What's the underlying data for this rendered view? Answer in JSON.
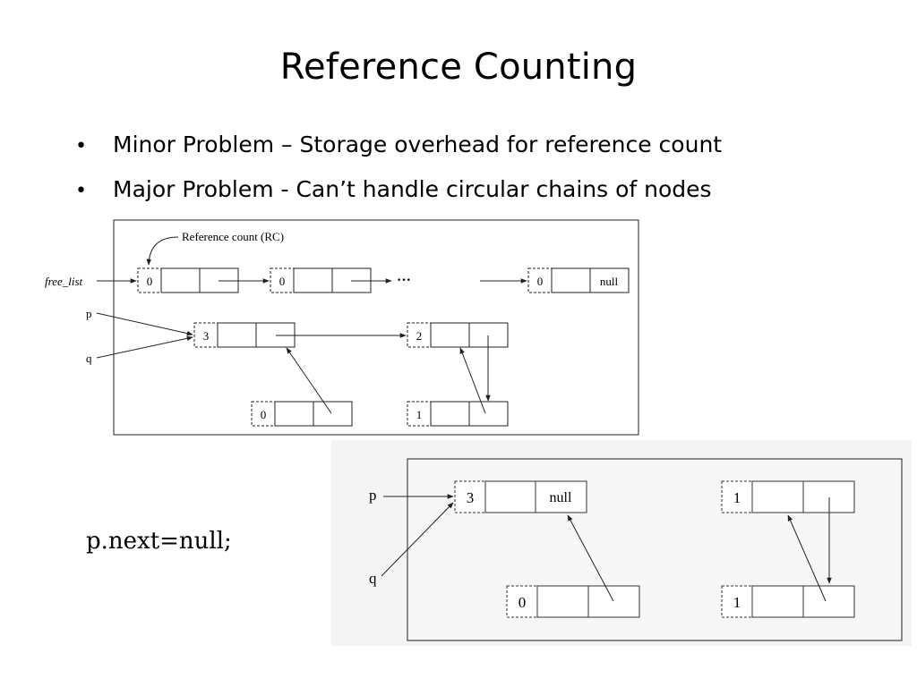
{
  "slide": {
    "title": "Reference Counting",
    "bullets": [
      "Minor Problem – Storage overhead for reference count",
      "Major Problem - Can’t handle circular chains of nodes"
    ],
    "code_statement": "p.next=null;"
  },
  "figure1": {
    "rc_label": "Reference count (RC)",
    "free_list_label": "free_list",
    "p_label": "p",
    "q_label": "q",
    "ellipsis": "···",
    "null_label": "null",
    "counts": {
      "free_node_1": "0",
      "free_node_2": "0",
      "free_node_last": "0",
      "node_a": "3",
      "node_b": "2",
      "node_c": "0",
      "node_d": "1"
    }
  },
  "figure2": {
    "p_label": "p",
    "q_label": "q",
    "null_label": "null",
    "counts": {
      "node_a": "3",
      "node_b": "1",
      "node_c": "0",
      "node_d": "1"
    }
  }
}
